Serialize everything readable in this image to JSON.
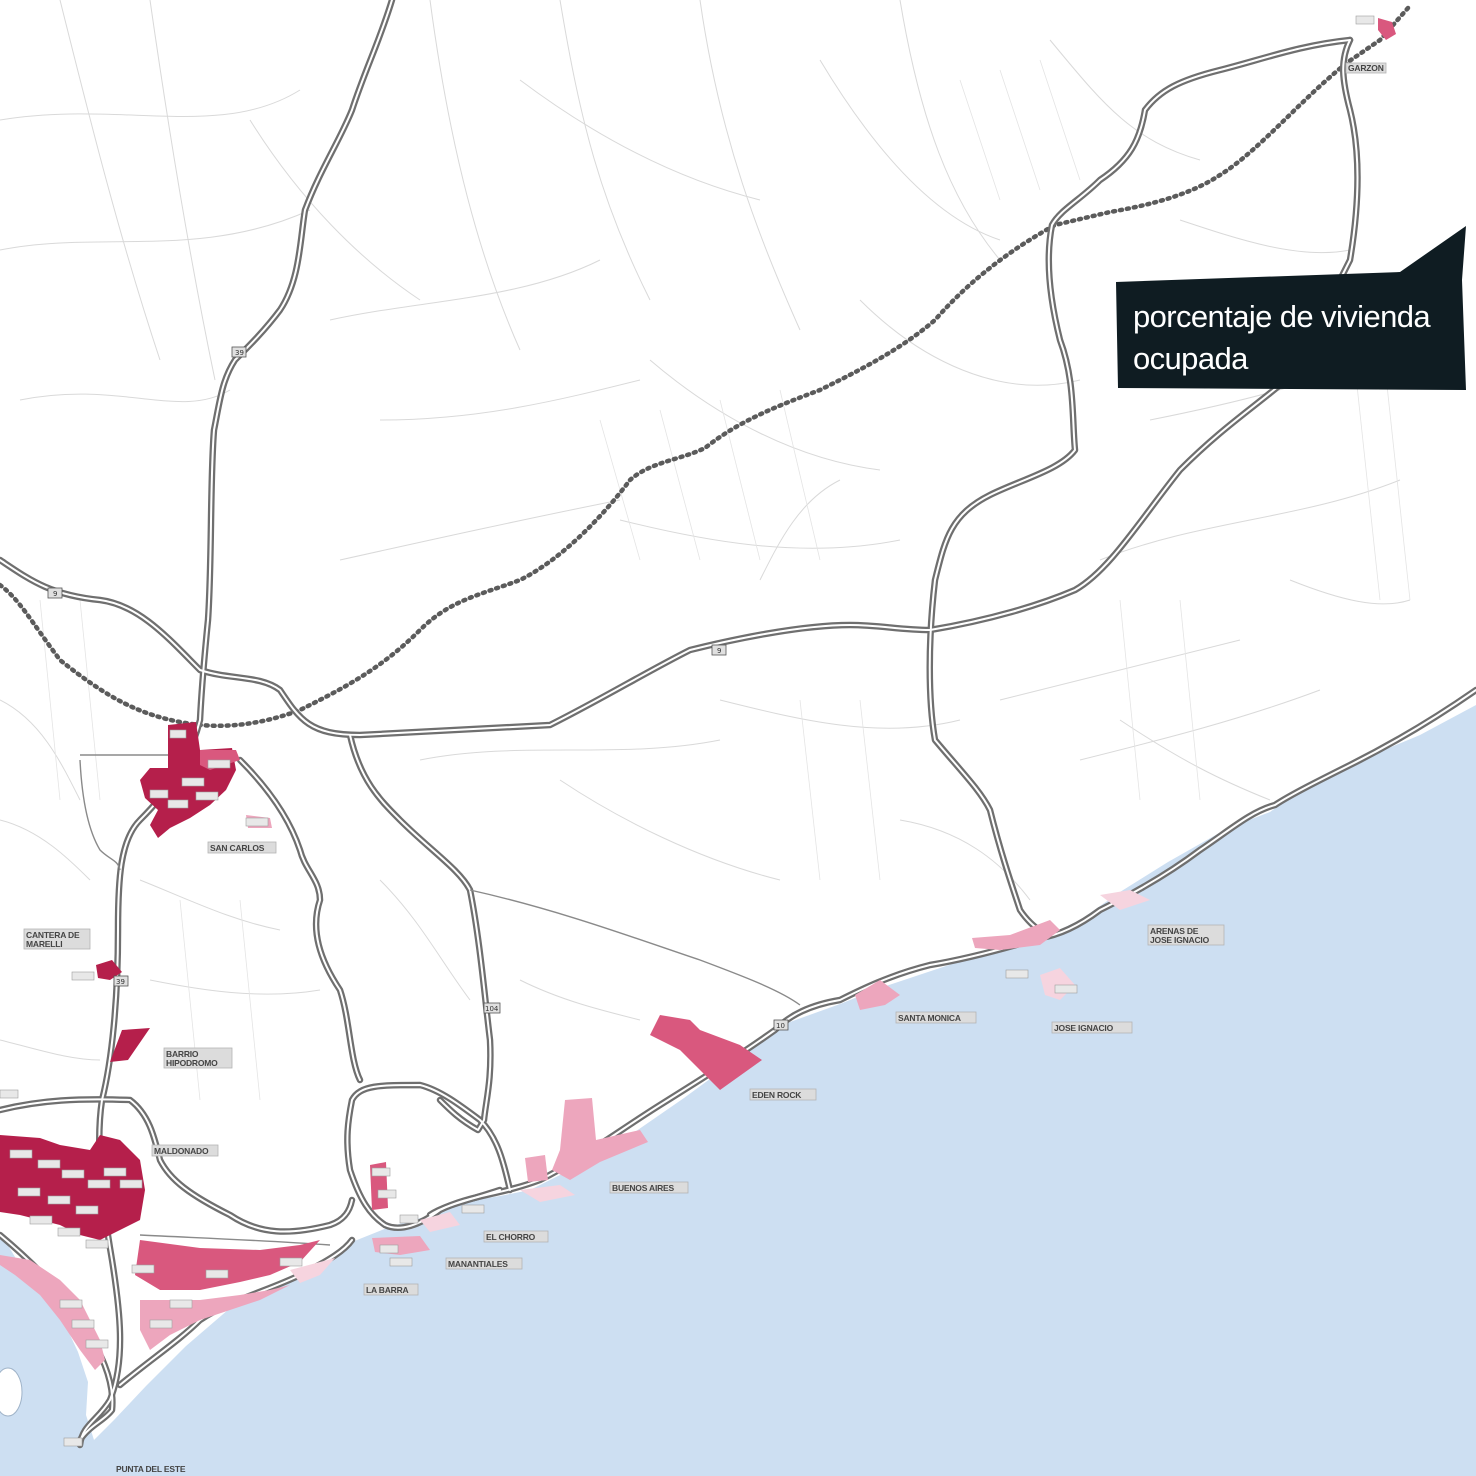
{
  "legend": {
    "line1": "porcentaje de vivienda",
    "line2": "ocupada"
  },
  "places": {
    "san_carlos": "SAN CARLOS",
    "cantera_line1": "CANTERA DE",
    "cantera_line2": "MARELLI",
    "barrio_line1": "BARRIO",
    "barrio_line2": "HIPODROMO",
    "maldonado": "MALDONADO",
    "punta_del_este": "PUNTA DEL ESTE",
    "la_barra": "LA BARRA",
    "manantiales": "MANANTIALES",
    "el_chorro": "EL CHORRO",
    "buenos_aires": "BUENOS AIRES",
    "eden_rock": "EDEN ROCK",
    "santa_monica": "SANTA MONICA",
    "jose_ignacio": "JOSE IGNACIO",
    "arenas_line1": "ARENAS DE",
    "arenas_line2": "JOSE IGNACIO",
    "garzon": "GARZON"
  },
  "route_numbers": {
    "r39": "39",
    "r9": "9",
    "r104": "104",
    "r10": "10",
    "r39b": "39"
  },
  "colors": {
    "sea": "#cddff2",
    "road": "#6f6f6f",
    "railway": "#5b5b5b",
    "occupancy_high": "#b51f4b",
    "occupancy_mid": "#d9587e",
    "occupancy_low": "#eda6bd",
    "occupancy_vlow": "#f6d4df",
    "callout_bg": "#0f1c22"
  }
}
